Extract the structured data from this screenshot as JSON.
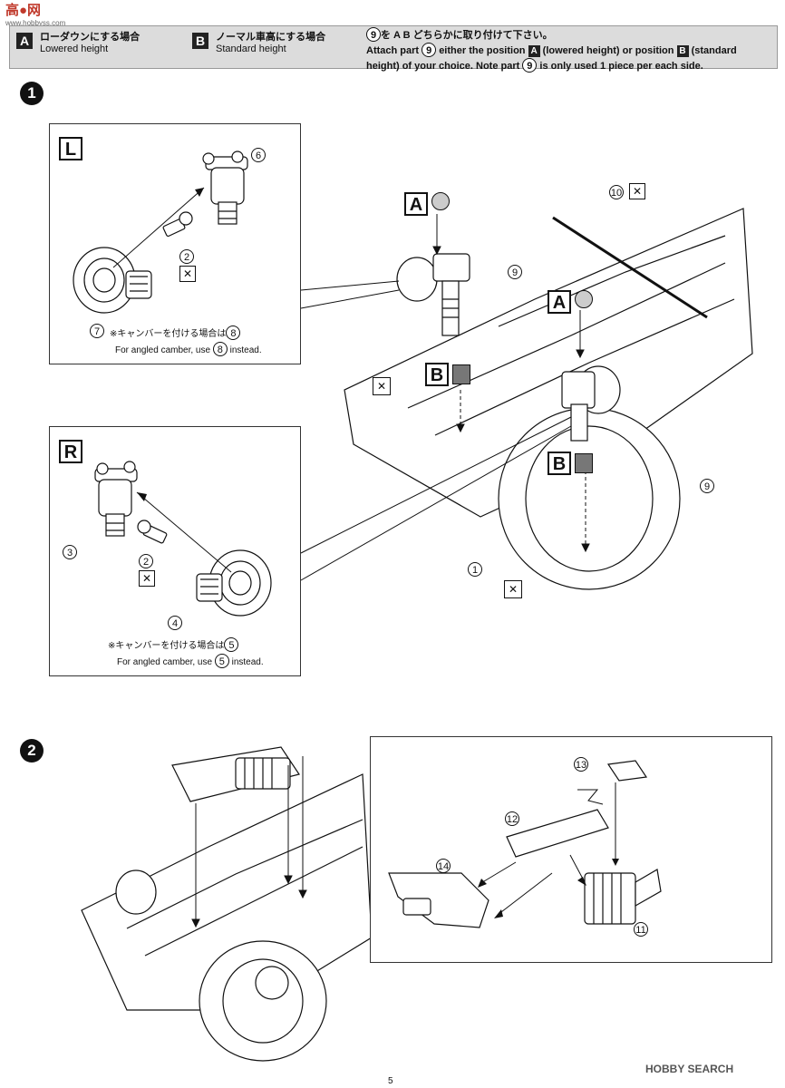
{
  "watermark": {
    "line1": "高●网",
    "line2": "www.hobbyss.com"
  },
  "header": {
    "a_letter": "A",
    "a_jp": "ローダウンにする場合",
    "a_en": "Lowered height",
    "b_letter": "B",
    "b_jp": "ノーマル車高にする場合",
    "b_en": "Standard height",
    "instr_jp_part": "9",
    "instr_jp": "を A B どちらかに取り付けて下さい。",
    "instr_en_1": "Attach part",
    "instr_en_part": "9",
    "instr_en_2": "either the position",
    "instr_en_a": "A",
    "instr_en_3": "(lowered height) or position",
    "instr_en_b": "B",
    "instr_en_4": "(standard",
    "instr_en_5": "height) of your choice. Note part",
    "instr_en_part2": "9",
    "instr_en_6": "is only used 1 piece per each side."
  },
  "step1": {
    "number": "1",
    "left_panel": {
      "letter": "L",
      "part_hub": "7",
      "part_pin": "2",
      "part_strut": "6",
      "note_jp": "※キャンバーを付ける場合は",
      "note_jp_part": "8",
      "note_en": "For angled camber, use",
      "note_en_part": "8",
      "note_en_tail": "instead."
    },
    "right_panel": {
      "letter": "R",
      "part_strut": "3",
      "part_pin": "2",
      "part_hub": "4",
      "note_jp": "※キャンバーを付ける場合は",
      "note_jp_part": "5",
      "note_en": "For angled camber, use",
      "note_en_part": "5",
      "note_en_tail": "instead."
    },
    "main": {
      "label_a": "A",
      "label_b": "B",
      "part_9": "9",
      "part_10": "10",
      "part_1": "1"
    }
  },
  "step2": {
    "number": "2",
    "parts": {
      "p11": "11",
      "p12": "12",
      "p13": "13",
      "p14": "14"
    }
  },
  "footer": {
    "page": "5",
    "logo": "HOBBY SEARCH"
  }
}
